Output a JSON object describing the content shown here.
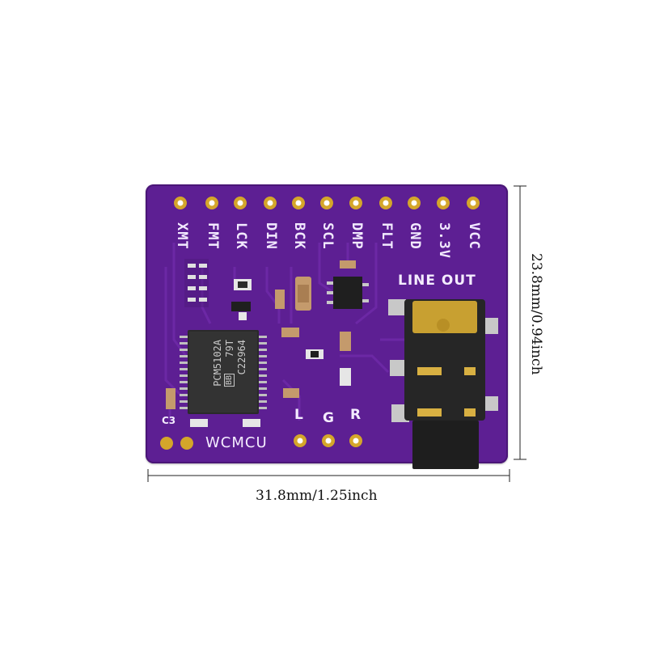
{
  "board": {
    "header_pins": [
      "XMT",
      "FMT",
      "LCK",
      "DIN",
      "BCK",
      "SCL",
      "DMP",
      "FLT",
      "GND",
      "3.3V",
      "VCC"
    ],
    "output_pins": [
      "L",
      "G",
      "R"
    ],
    "jack_label": "LINE OUT",
    "brand": "WCMCU",
    "cap_label": "C3",
    "chip_lines": [
      "PCM5102A",
      "79T",
      "C22964"
    ],
    "chip_logo": "BB"
  },
  "dimensions": {
    "width": "31.8mm/1.25inch",
    "height": "23.8mm/0.94inch"
  },
  "colors": {
    "pcb": "#5d1f93",
    "pad": "#d4a62a",
    "silkscreen": "#f2e9ff"
  }
}
